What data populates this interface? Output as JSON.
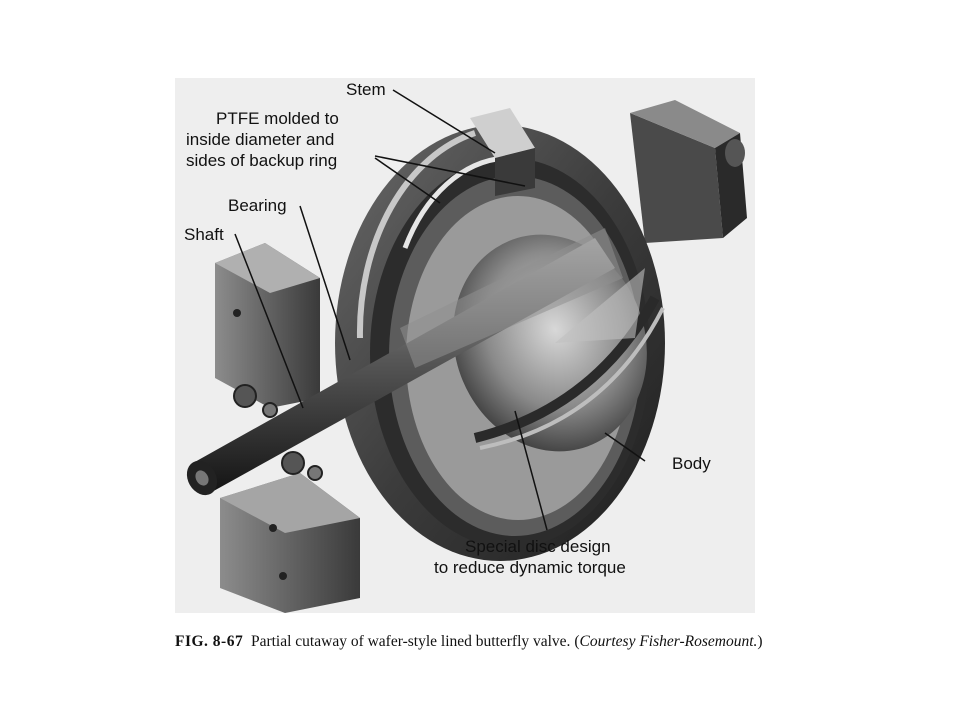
{
  "figure": {
    "labels": {
      "stem": "Stem",
      "ptfe_1": "PTFE molded to",
      "ptfe_2": "inside diameter and",
      "ptfe_3": "sides of backup ring",
      "bearing": "Bearing",
      "shaft": "Shaft",
      "body": "Body",
      "disc_1": "Special disc design",
      "disc_2": "to reduce dynamic torque"
    }
  },
  "caption": {
    "fig_number": "FIG. 8-67",
    "text": "Partial cutaway of wafer-style lined butterfly valve.",
    "courtesy_open": "(",
    "courtesy": "Courtesy Fisher-Rosemount.",
    "courtesy_close": ")"
  }
}
